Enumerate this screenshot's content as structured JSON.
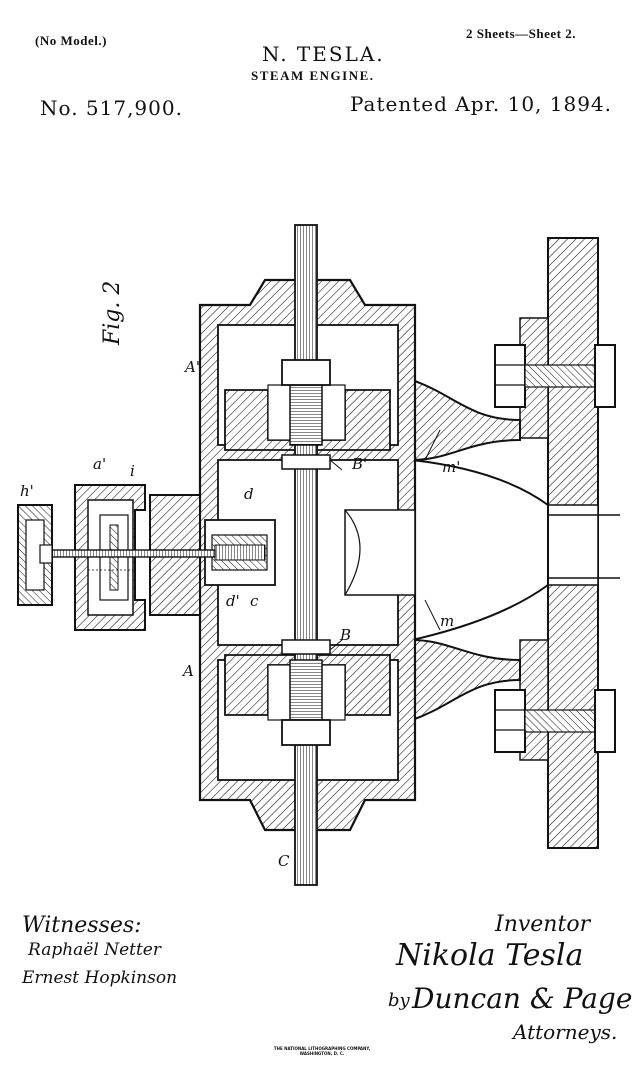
{
  "header": {
    "model_note": "(No Model.)",
    "sheet_note": "2 Sheets—Sheet 2.",
    "inventor_name": "N. TESLA.",
    "title": "STEAM ENGINE.",
    "patent_number": "No. 517,900.",
    "patent_date": "Patented Apr. 10, 1894."
  },
  "figure": {
    "label": "Fig. 2",
    "ref_labels": {
      "A_top": "A'",
      "A_bottom": "A",
      "B_top": "B'",
      "B_bottom": "B",
      "C_bottom": "C",
      "m_top": "m'",
      "m_bottom": "m",
      "a_valve": "a'",
      "h_wheel": "h'",
      "i_label": "i",
      "d_top": "d",
      "c_label": "c",
      "a_lower": "d'"
    }
  },
  "footer": {
    "witnesses_label": "Witnesses:",
    "witness_1": "Raphaël Netter",
    "witness_2": "Ernest Hopkinson",
    "inventor_label": "Inventor",
    "inventor_signature": "Nikola Tesla",
    "by_label": "by",
    "attorneys_signature": "Duncan & Page",
    "attorneys_label": "Attorneys.",
    "printer": "THE NATIONAL LITHOGRAPHING COMPANY, WASHINGTON, D. C."
  }
}
